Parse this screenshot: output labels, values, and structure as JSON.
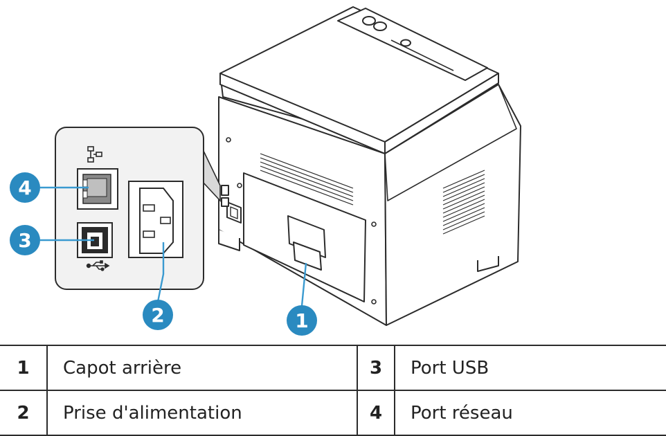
{
  "callouts": [
    {
      "number": "1",
      "label": "Capot arrière"
    },
    {
      "number": "2",
      "label": "Prise d'alimentation"
    },
    {
      "number": "3",
      "label": "Port USB"
    },
    {
      "number": "4",
      "label": "Port réseau"
    }
  ],
  "colors": {
    "callout_fill": "#2a8ac0",
    "leader_line": "#3a9ad0",
    "outline": "#2b2b2b",
    "panel_fill": "#f2f2f2",
    "printer_fill": "#ffffff"
  },
  "icons": [
    "network-icon",
    "usb-icon"
  ]
}
